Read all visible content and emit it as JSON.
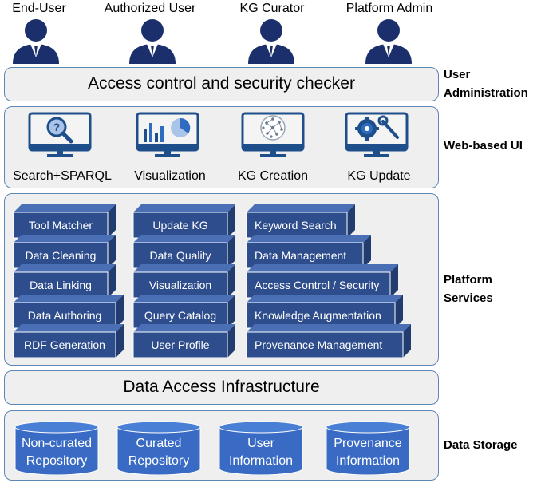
{
  "users": [
    "End-User",
    "Authorized User",
    "KG Curator",
    "Platform Admin"
  ],
  "layers": {
    "access_control": "Access control and security checker",
    "data_access": "Data Access Infrastructure"
  },
  "side_labels": {
    "user_admin_1": "User",
    "user_admin_2": "Administration",
    "web_ui": "Web-based UI",
    "platform_1": "Platform",
    "platform_2": "Services",
    "storage": "Data Storage"
  },
  "web_ui": [
    "Search+SPARQL",
    "Visualization",
    "KG Creation",
    "KG Update"
  ],
  "services": {
    "col1": [
      "Tool Matcher",
      "Data Cleaning",
      "Data Linking",
      "Data Authoring",
      "RDF Generation"
    ],
    "col2": [
      "Update KG",
      "Data Quality",
      "Visualization",
      "Query Catalog",
      "User Profile"
    ],
    "col3": [
      "Keyword Search",
      "Data Management",
      "Access Control / Security",
      "Knowledge Augmentation",
      "Provenance Management"
    ]
  },
  "storage": [
    "Non-curated\nRepository",
    "Curated\nRepository",
    "User\nInformation",
    "Provenance\nInformation"
  ],
  "colors": {
    "box_front": "#2e4d8c",
    "box_top": "#4a6fb5",
    "box_side": "#223c70",
    "cylinder": "#3a6bc4",
    "cylinder_top": "#4a7fd6",
    "panel_border": "#5b86b5",
    "panel_fill": "#efefef",
    "user_icon": "#1a2f6b"
  }
}
